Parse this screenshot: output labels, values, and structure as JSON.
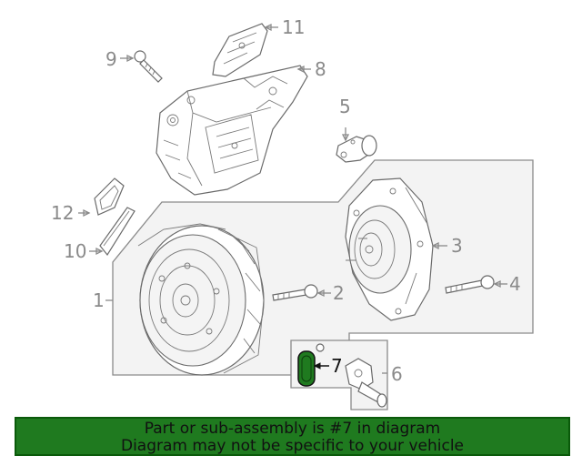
{
  "callouts": {
    "c1": "1",
    "c2": "2",
    "c3": "3",
    "c4": "4",
    "c5": "5",
    "c6": "6",
    "c7": "7",
    "c8": "8",
    "c9": "9",
    "c10": "10",
    "c11": "11",
    "c12": "12"
  },
  "highlighted_part": "7",
  "banner": {
    "line1": "Part or sub-assembly is #7 in diagram",
    "line2": "Diagram may not be specific to your vehicle"
  },
  "colors": {
    "banner_bg": "#1f7a1f",
    "highlight_fill": "#1f7a1f",
    "line_gray": "#8a8a8a"
  }
}
